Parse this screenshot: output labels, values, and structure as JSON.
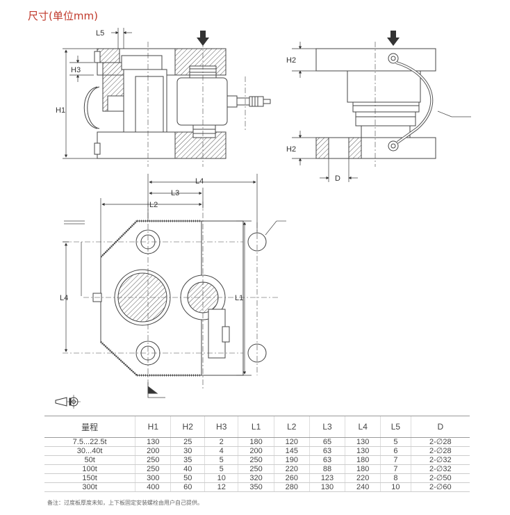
{
  "title": "尺寸(单位mm)",
  "labels": {
    "L5": "L5",
    "H3": "H3",
    "H1": "H1",
    "H2": "H2",
    "D": "D",
    "L4": "L4",
    "L3": "L3",
    "L2": "L2",
    "L1": "L1"
  },
  "table": {
    "headers": [
      "量程",
      "H1",
      "H2",
      "H3",
      "L1",
      "L2",
      "L3",
      "L4",
      "L5",
      "D"
    ],
    "rows": [
      [
        "7.5...22.5t",
        "130",
        "25",
        "2",
        "180",
        "120",
        "65",
        "130",
        "5",
        "2-∅28"
      ],
      [
        "30...40t",
        "200",
        "30",
        "4",
        "200",
        "145",
        "63",
        "130",
        "6",
        "2-∅28"
      ],
      [
        "50t",
        "250",
        "35",
        "5",
        "250",
        "190",
        "63",
        "180",
        "7",
        "2-∅32"
      ],
      [
        "100t",
        "250",
        "40",
        "5",
        "250",
        "220",
        "88",
        "180",
        "7",
        "2-∅32"
      ],
      [
        "150t",
        "300",
        "50",
        "10",
        "320",
        "260",
        "123",
        "220",
        "8",
        "2-∅50"
      ],
      [
        "300t",
        "400",
        "60",
        "12",
        "350",
        "280",
        "130",
        "240",
        "10",
        "2-∅60"
      ]
    ]
  },
  "note": "备注：过度板厚度未知，上下板固定安装螺栓由用户自己提供。"
}
